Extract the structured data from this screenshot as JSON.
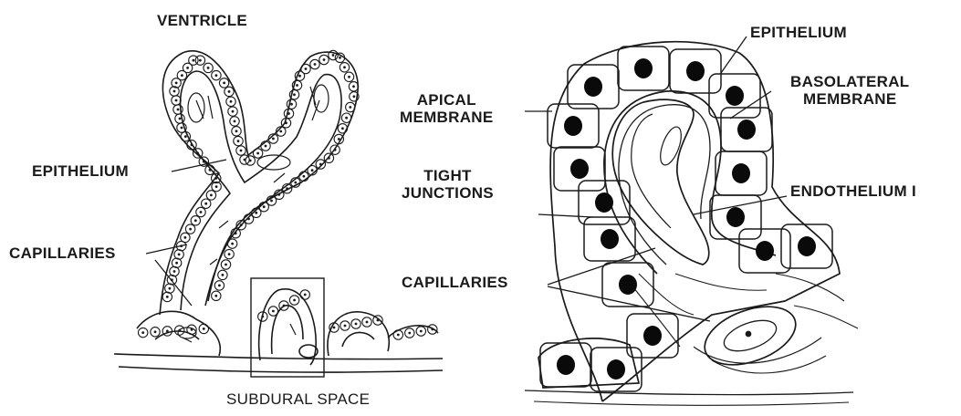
{
  "left_panel": {
    "labels": {
      "ventricle": "VENTRICLE",
      "epithelium": "EPITHELIUM",
      "capillaries": "CAPILLARIES",
      "subdural_space": "SUBDURAL SPACE"
    }
  },
  "right_panel": {
    "labels": {
      "epithelium": "EPITHELIUM",
      "basolateral_line1": "BASOLATERAL",
      "basolateral_line2": "MEMBRANE",
      "apical_line1": "APICAL",
      "apical_line2": "MEMBRANE",
      "tight_line1": "TIGHT",
      "tight_line2": "JUNCTIONS",
      "endothelium": "ENDOTHELIUM I",
      "capillaries": "CAPILLARIES"
    }
  },
  "colors": {
    "ink": "#1a1a1a",
    "paper": "#ffffff",
    "nucleus": "#0a0a0a"
  }
}
